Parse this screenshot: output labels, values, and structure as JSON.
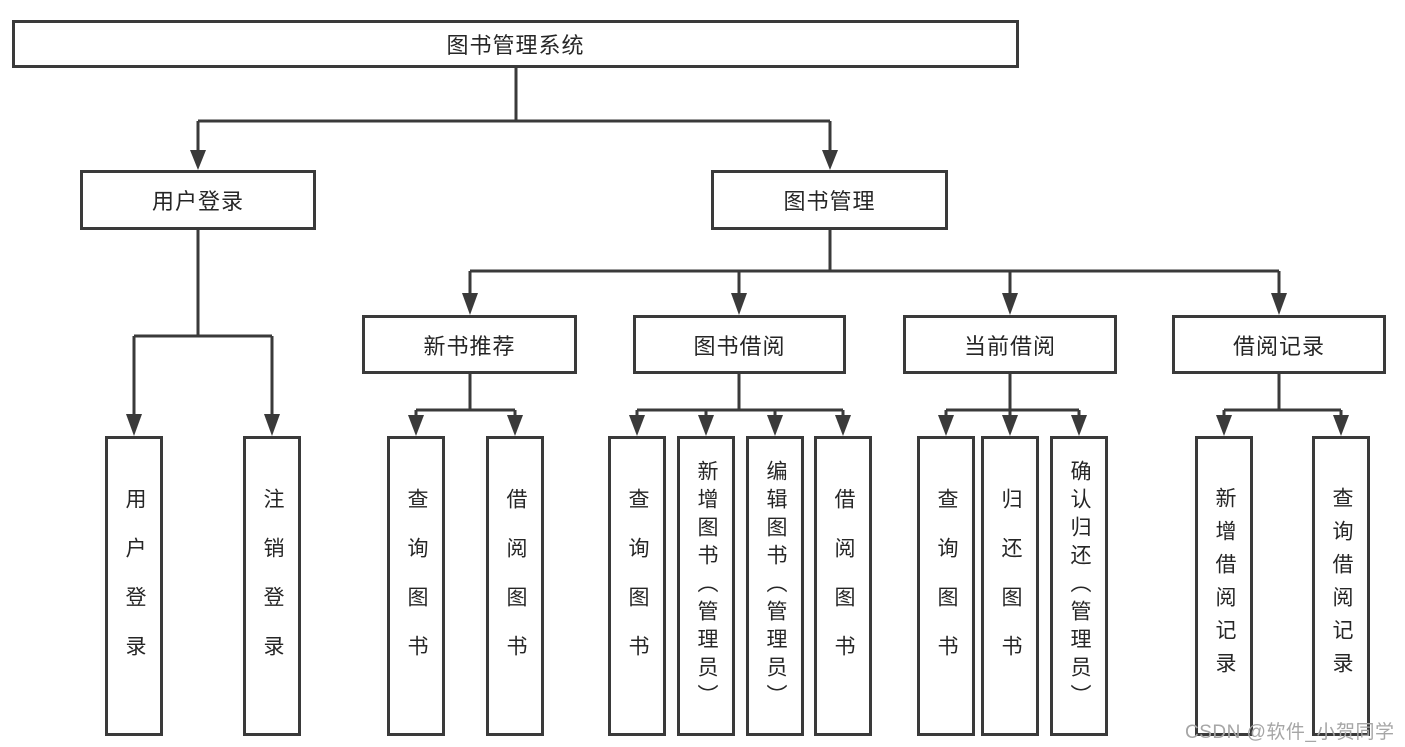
{
  "tree": {
    "root": {
      "label": "图书管理系统",
      "children": [
        {
          "label": "用户登录",
          "children": [
            {
              "label": "用户登录"
            },
            {
              "label": "注销登录"
            }
          ]
        },
        {
          "label": "图书管理",
          "children": [
            {
              "label": "新书推荐",
              "children": [
                {
                  "label": "查询图书"
                },
                {
                  "label": "借阅图书"
                }
              ]
            },
            {
              "label": "图书借阅",
              "children": [
                {
                  "label": "查询图书"
                },
                {
                  "label": "新增图书（管理员）"
                },
                {
                  "label": "编辑图书（管理员）"
                },
                {
                  "label": "借阅图书"
                }
              ]
            },
            {
              "label": "当前借阅",
              "children": [
                {
                  "label": "查询图书"
                },
                {
                  "label": "归还图书"
                },
                {
                  "label": "确认归还（管理员）"
                }
              ]
            },
            {
              "label": "借阅记录",
              "children": [
                {
                  "label": "新增借阅记录"
                },
                {
                  "label": "查询借阅记录"
                }
              ]
            }
          ]
        }
      ]
    }
  },
  "watermark": {
    "text": "CSDN @软件_小贺同学"
  },
  "colors": {
    "line": "#3a3a3a",
    "text": "#262626",
    "watermark": "#a6a6a6",
    "background": "#ffffff"
  }
}
